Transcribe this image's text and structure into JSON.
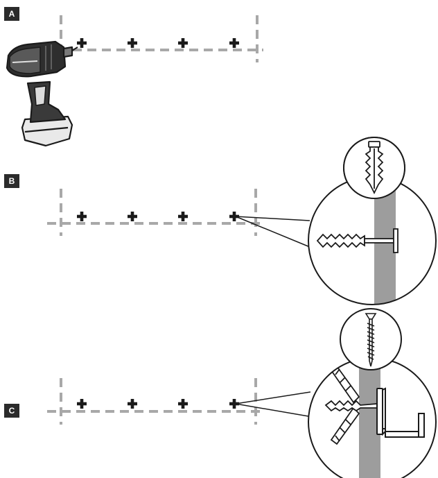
{
  "steps": [
    {
      "label": "A"
    },
    {
      "label": "B"
    },
    {
      "label": "C"
    }
  ],
  "colors": {
    "ink": "#1a1a1a",
    "guide_line": "#a8a8a8",
    "wall": "#9d9d9d",
    "badge": "#2b2b2b"
  },
  "icons": {
    "drill": "power-drill-icon",
    "drill_mark": "plus-mark-icon",
    "wall_plug": "wall-plug-icon",
    "screw": "screw-icon",
    "hook": "hook-icon"
  }
}
